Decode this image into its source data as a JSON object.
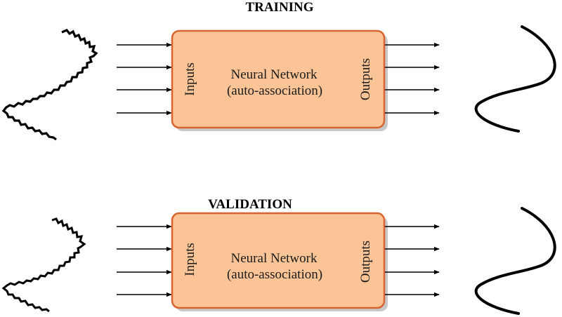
{
  "colors": {
    "box_fill": "#fbc497",
    "box_stroke": "#d8652f",
    "box_shadow": "#9a9a9a",
    "arrow": "#000000",
    "signal": "#000000"
  },
  "icons": {
    "noisy_signal": "noisy-sine-wave-icon",
    "clean_signal": "clean-sine-wave-icon",
    "arrow": "right-arrow-icon"
  },
  "training": {
    "title": "TRAINING",
    "box": {
      "line1": "Neural Network",
      "line2": "(auto-association)",
      "inputs_label": "Inputs",
      "outputs_label": "Outputs"
    }
  },
  "validation": {
    "title": "VALIDATION",
    "box": {
      "line1": "Neural Network",
      "line2": "(auto-association)",
      "inputs_label": "Inputs",
      "outputs_label": "Outputs"
    }
  }
}
